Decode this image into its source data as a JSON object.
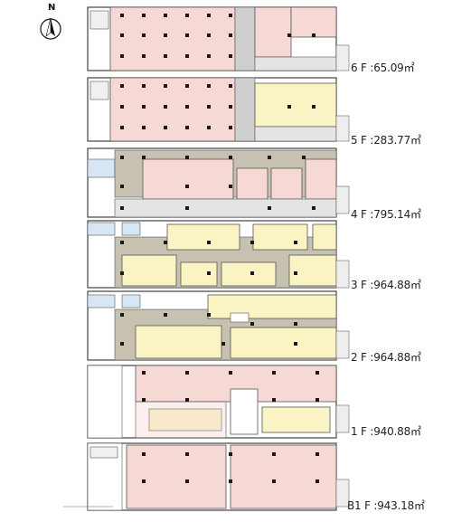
{
  "compass": {
    "label": "N",
    "icon": "north-arrow-icon"
  },
  "colors": {
    "pink_room": "#f6d9d5",
    "yellow_room": "#faf3c4",
    "corridor": "#c7c1b2",
    "wall": "#555555",
    "column": "#1a1a1a",
    "stair": "#eeeeee",
    "blue_room": "#d6e6f4"
  },
  "floors": [
    {
      "id": "6f",
      "label": "6 F :65.09㎡"
    },
    {
      "id": "5f",
      "label": "5 F :283.77㎡"
    },
    {
      "id": "4f",
      "label": "4 F :795.14㎡"
    },
    {
      "id": "3f",
      "label": "3 F :964.88㎡"
    },
    {
      "id": "2f",
      "label": "2 F :964.88㎡"
    },
    {
      "id": "1f",
      "label": "1 F :940.88㎡"
    },
    {
      "id": "b1f",
      "label": "B1 F :943.18㎡"
    }
  ]
}
